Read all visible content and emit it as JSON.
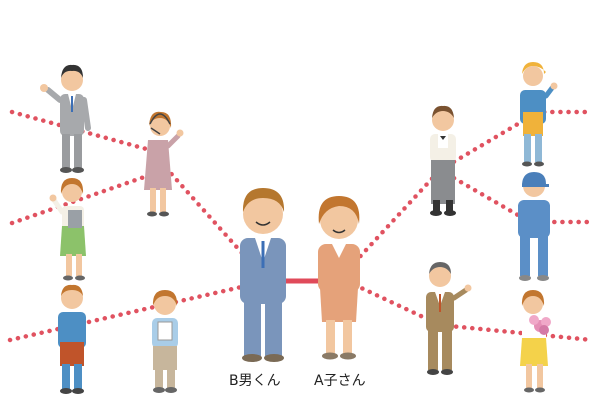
{
  "captions": {
    "left": "B男くん",
    "right": "A子さん"
  },
  "colors": {
    "connection_line": "#e05260",
    "couple_link": "#e04a5a",
    "background": "#ffffff"
  },
  "people": [
    {
      "name": "man-grey-suit",
      "role": "acquaintance"
    },
    {
      "name": "woman-headset",
      "role": "acquaintance"
    },
    {
      "name": "woman-green-clipboard",
      "role": "acquaintance"
    },
    {
      "name": "man-apron",
      "role": "acquaintance"
    },
    {
      "name": "woman-blue-shirt-clipboard",
      "role": "acquaintance"
    },
    {
      "name": "man-waiter",
      "role": "acquaintance"
    },
    {
      "name": "woman-cap-apron",
      "role": "acquaintance"
    },
    {
      "name": "man-worker-cap",
      "role": "acquaintance"
    },
    {
      "name": "man-older-suit",
      "role": "acquaintance"
    },
    {
      "name": "woman-flowers",
      "role": "acquaintance"
    }
  ]
}
